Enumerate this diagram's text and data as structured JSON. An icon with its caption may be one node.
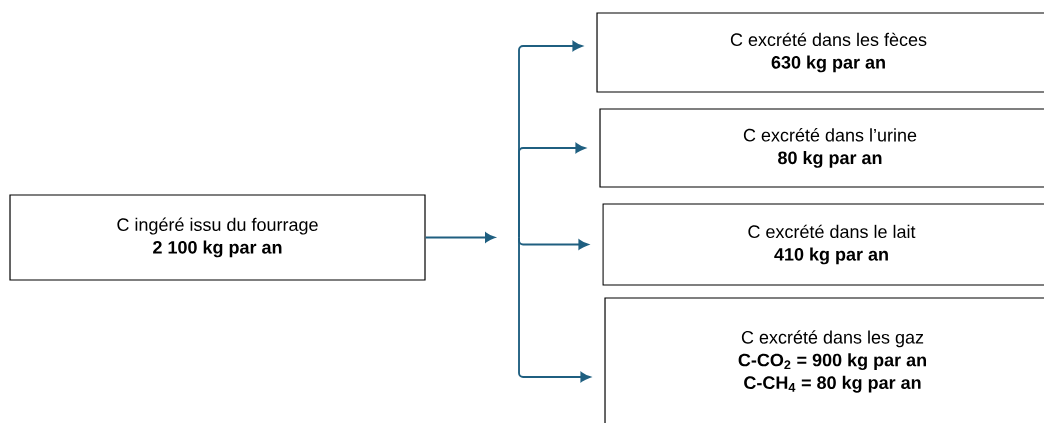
{
  "diagram": {
    "nodes": [
      {
        "text": [
          "C ingéré issu du fourrage",
          "2 100 kg par an"
        ]
      },
      {
        "text": [
          "C excrété dans les fèces",
          "630 kg par an"
        ]
      },
      {
        "text": [
          "C excrété dans l’urine",
          "80 kg par an"
        ]
      },
      {
        "text": [
          "C excrété dans le lait",
          "410 kg par an"
        ]
      },
      {
        "text": [
          "C excrété dans les gaz",
          "C-CO$_{2}$ = 900 kg par an",
          "C-CH$_{4}$ = 80 kg par an"
        ]
      }
    ],
    "edges": [
      {
        "from": 0,
        "to": null,
        "arrow": "to"
      },
      {
        "from": null,
        "to": 1,
        "arrow": "to"
      },
      {
        "from": null,
        "to": 2,
        "arrow": "to"
      },
      {
        "from": null,
        "to": 3,
        "arrow": "to"
      },
      {
        "from": null,
        "to": 4,
        "arrow": "to"
      }
    ]
  }
}
